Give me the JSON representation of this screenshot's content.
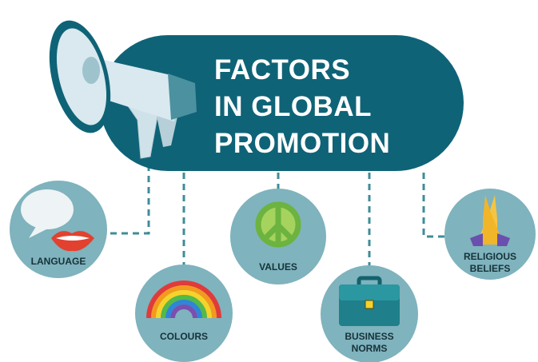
{
  "title": {
    "line1": "FACTORS",
    "line2": "IN GLOBAL",
    "line3": "PROMOTION"
  },
  "factors": [
    {
      "id": "language",
      "lines": [
        "LANGUAGE"
      ],
      "icon": "speech-bubble-lips-icon"
    },
    {
      "id": "colours",
      "lines": [
        "COLOURS"
      ],
      "icon": "rainbow-icon"
    },
    {
      "id": "values",
      "lines": [
        "VALUES"
      ],
      "icon": "peace-sign-icon"
    },
    {
      "id": "business-norms",
      "lines": [
        "BUSINESS",
        "NORMS"
      ],
      "icon": "briefcase-icon"
    },
    {
      "id": "religious-beliefs",
      "lines": [
        "RELIGIOUS",
        "BELIEFS"
      ],
      "icon": "praying-hands-icon"
    }
  ],
  "colors": {
    "banner": "#0f6377",
    "circle": "#7fb3bd",
    "connector": "#3f8c98",
    "megaphone": "#d6e7ee"
  }
}
